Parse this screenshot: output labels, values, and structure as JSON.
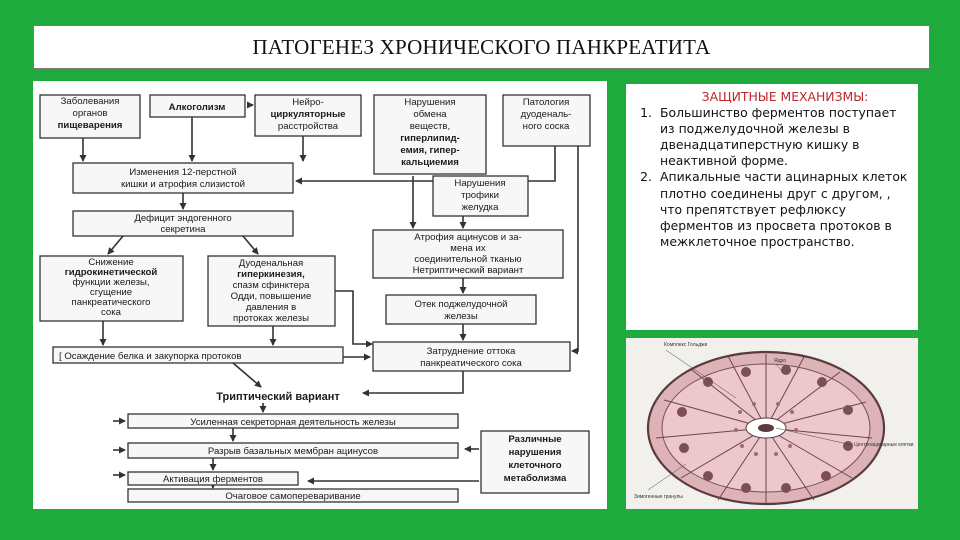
{
  "title": "ПАТОГЕНЕЗ ХРОНИЧЕСКОГО ПАНКРЕАТИТА",
  "scheme": {
    "b1": [
      "Заболевания",
      "органов",
      "пищеварения"
    ],
    "b2": [
      "Алкоголизм"
    ],
    "b3": [
      "Нейро-",
      "циркуляторные",
      "расстройства"
    ],
    "b4": [
      "Нарушения",
      "обмена",
      "веществ,",
      "гиперлипид-",
      "емия, гипер-",
      "кальциемия"
    ],
    "b5": [
      "Патология",
      "дуоденаль-",
      "ного соска"
    ],
    "b6": [
      "Изменения 12-перстной",
      "кишки и атрофия слизистой"
    ],
    "b7": [
      "Нарушения",
      "трофики",
      "желудка"
    ],
    "b8": [
      "Дефицит эндогенного",
      "секретина"
    ],
    "b9": [
      "Атрофия ацинусов и за-",
      "мена их",
      "соединительной тканью",
      "Нетриптический вариант"
    ],
    "b10": [
      "Снижение",
      "гидрокинетической",
      "функции железы,",
      "сгущение",
      "панкреатического",
      "сока"
    ],
    "b11": [
      "Дуоденальная",
      "гиперкинезия,",
      "спазм сфинктера",
      "Одди, повышение",
      "давления в",
      "протоках железы"
    ],
    "b12": [
      "Отек поджелудочной",
      "железы"
    ],
    "b13": [
      "[ Осаждение белка и закупорка протоков"
    ],
    "b14": [
      "Затруднение оттока",
      "панкреатического сока"
    ],
    "b15": [
      "Триптический вариант"
    ],
    "b16": [
      "Усиленная секреторная деятельность железы"
    ],
    "b17": [
      "Различные",
      "нарушения",
      "клеточного",
      "метаболизма"
    ],
    "b18": [
      "Разрыв базальных мембран ацинусов"
    ],
    "b19": [
      "Активация ферментов"
    ],
    "b20": [
      "Очаговое самопереваривание"
    ]
  },
  "mechanisms": {
    "heading": "ЗАЩИТНЫЕ МЕХАНИЗМЫ:",
    "items": [
      {
        "num": "1.",
        "text": "Большинство ферментов поступает из поджелудочной железы в двенадцатиперстную кишку в неактивной форме."
      },
      {
        "num": "2.",
        "text": "Апикальные части ацинарных клеток плотно соединены друг с другом, , что препятствует рефлюксу ферментов из просвета протоков в межклеточное пространство."
      }
    ]
  },
  "acinus_figure": {
    "labels": [
      "Комплекс Гольджи",
      "Ядро",
      "Центроацинарные клетки",
      "Зимогенные гранулы"
    ]
  },
  "colors": {
    "background": "#1faa3d",
    "heading_red": "#c0262b",
    "acinus_fill": "#e8c0c4",
    "acinus_outline": "#5a3a3e"
  }
}
